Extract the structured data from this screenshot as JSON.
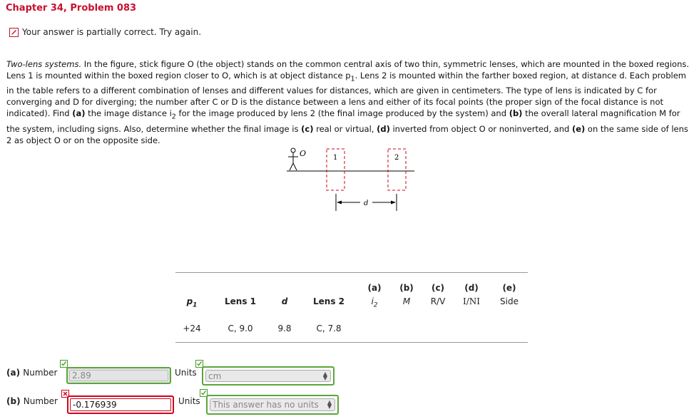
{
  "header": {
    "title": "Chapter 34, Problem 083"
  },
  "status": {
    "message": "Your answer is partially correct.  Try again."
  },
  "problem": {
    "intro": "Two-lens systems.",
    "body1": " In the figure, stick figure O (the object) stands on the common central axis of two thin, symmetric lenses, which are mounted in the boxed regions. Lens 1 is mounted within the boxed region closer to O, which is at object distance p",
    "sub1": "1",
    "body2": ". Lens 2 is mounted within the farther boxed region, at distance d. Each problem in the table refers to a different combination of lenses and different values for distances, which are given in centimeters. The type of lens is indicated by C for converging and D for diverging; the number after C or D is the distance between a lens and either of its focal points (the proper sign of the focal distance is not indicated). Find ",
    "a_tag": "(a)",
    "body3": " the image distance i",
    "sub2": "2",
    "body4": " for the image produced by lens 2 (the final image produced by the system) and ",
    "b_tag": "(b)",
    "body5": " the overall lateral magnification M for the system, including signs. Also, determine whether the final image is ",
    "c_tag": "(c)",
    "body6": " real or virtual, ",
    "d_tag": "(d)",
    "body7": " inverted from object O or noninverted, and ",
    "e_tag": "(e)",
    "body8": " on the same side of lens 2 as object O or on the opposite side."
  },
  "figure": {
    "object_label": "O",
    "lens1_label": "1",
    "lens2_label": "2",
    "distance_label": "d"
  },
  "table": {
    "part_headers": [
      "(a)",
      "(b)",
      "(c)",
      "(d)",
      "(e)"
    ],
    "col_headers": [
      "p1",
      "Lens 1",
      "d",
      "Lens 2",
      "i2",
      "M",
      "R/V",
      "I/NI",
      "Side"
    ],
    "row": {
      "p1": "+24",
      "lens1": "C, 9.0",
      "d": "9.8",
      "lens2": "C, 7.8"
    }
  },
  "answers": {
    "a": {
      "label": "(a)",
      "sublabel": "Number",
      "value": "2.89",
      "units_label": "Units",
      "units_value": "cm"
    },
    "b": {
      "label": "(b)",
      "sublabel": "Number",
      "value": "-0.176939",
      "units_label": "Units",
      "units_value": "This answer has no units"
    }
  },
  "colors": {
    "title": "#c8102e",
    "correct": "#5aa63c",
    "incorrect": "#d0021b"
  },
  "icons": {
    "status": "pencil-icon",
    "correct": "check-icon",
    "incorrect": "x-icon"
  }
}
